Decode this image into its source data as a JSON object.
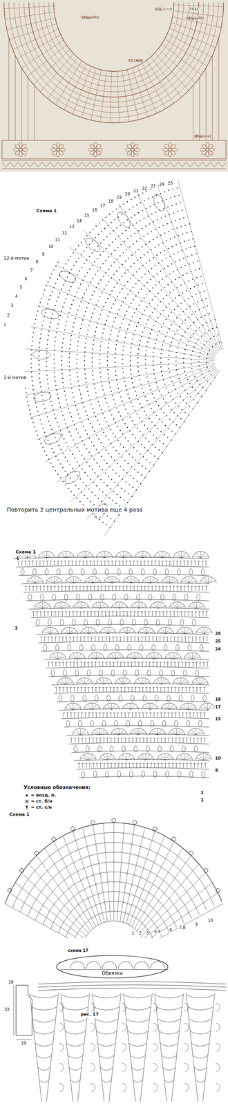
{
  "diagram": {
    "nodes": [
      {
        "text": [
          "Обвязка"
        ]
      }
    ],
    "labels": [
      "(縁編みAb)",
      "前後ヨーク",
      "7号針",
      "(縁編みAb)",
      "3目1模様",
      "(縁編みAa)",
      "Схема 1",
      "1",
      "2",
      "3",
      "4",
      "5",
      "6",
      "7",
      "8",
      "9",
      "10",
      "11",
      "12",
      "13",
      "14",
      "15",
      "16",
      "17",
      "18",
      "19",
      "20",
      "21",
      "22",
      "23",
      "24",
      "25",
      "12-й мотив",
      "1-й мотив",
      "Повторить 2 центральных мотива еще 4 раза",
      "Схема 1",
      "6",
      "3",
      "26",
      "25",
      "24",
      "18",
      "17",
      "15",
      "10",
      "8",
      "2",
      "1",
      "Условные обозначения:",
      "Схема 1",
      "1",
      "2",
      "3",
      "4,5",
      "6",
      "7,8",
      "9",
      "10",
      "схема 17",
      "рис. 17",
      "18",
      "33",
      "19"
    ],
    "legend": [
      {
        "text": "= возд. п."
      },
      {
        "text": "= ст. б/н"
      },
      {
        "text": "= ст. с/н"
      }
    ]
  }
}
